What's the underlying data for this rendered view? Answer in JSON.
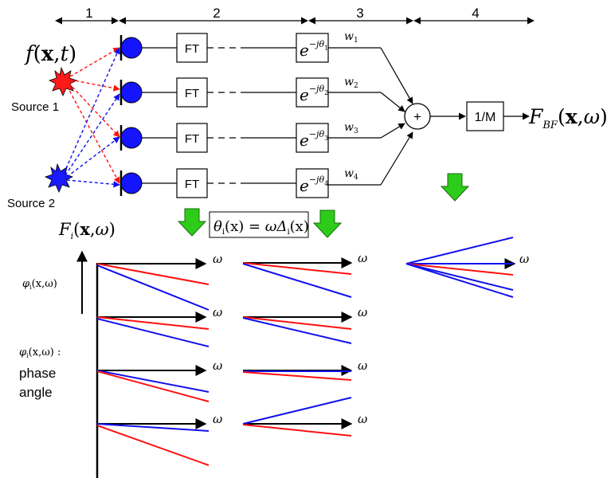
{
  "sections": [
    "1",
    "2",
    "3",
    "4"
  ],
  "signal_label": {
    "f": "f",
    "open": "(",
    "x": "x",
    "sep": ",",
    "t": "t",
    "close": ")"
  },
  "sources": [
    {
      "label": "Source 1",
      "color": "#ff1a1a"
    },
    {
      "label": "Source 2",
      "color": "#1a1aff"
    }
  ],
  "ft_label": "FT",
  "phase_blocks": [
    {
      "e": "e",
      "exp": "−jθ",
      "sub": "1"
    },
    {
      "e": "e",
      "exp": "−jθ",
      "sub": "2"
    },
    {
      "e": "e",
      "exp": "−jθ",
      "sub": "3"
    },
    {
      "e": "e",
      "exp": "−jθ",
      "sub": "4"
    }
  ],
  "weights": [
    {
      "w": "w",
      "sub": "1"
    },
    {
      "w": "w",
      "sub": "2"
    },
    {
      "w": "w",
      "sub": "3"
    },
    {
      "w": "w",
      "sub": "4"
    }
  ],
  "sum_symbol": "+",
  "norm_label": "1/M",
  "output_label": {
    "F": "F",
    "sub": "BF",
    "open": "(",
    "x": "x",
    "sep": ",",
    "w": "ω",
    "close": ")"
  },
  "spectrum_label": {
    "F": "F",
    "sub": "i",
    "open": "(",
    "x": "x",
    "sep": ",",
    "w": "ω",
    "close": ")"
  },
  "phase_formula": {
    "theta": "θ",
    "sub": "i",
    "x": "(x)",
    "eq": " = ωΔ",
    "sub2": "i",
    "x2": "(x)"
  },
  "phi_label": {
    "phi": "φ",
    "sub": "i",
    "rest": "(x,ω)"
  },
  "phi_label_colon": {
    "phi": "φ",
    "sub": "i",
    "rest": "(x,ω) :"
  },
  "phase_word": "phase",
  "angle_word": "angle",
  "omega": "ω",
  "colors": {
    "mic": "#1414ff",
    "arrow_green": "#2ecc1a",
    "red_line": "#ff1010",
    "blue_line": "#1010ee"
  }
}
